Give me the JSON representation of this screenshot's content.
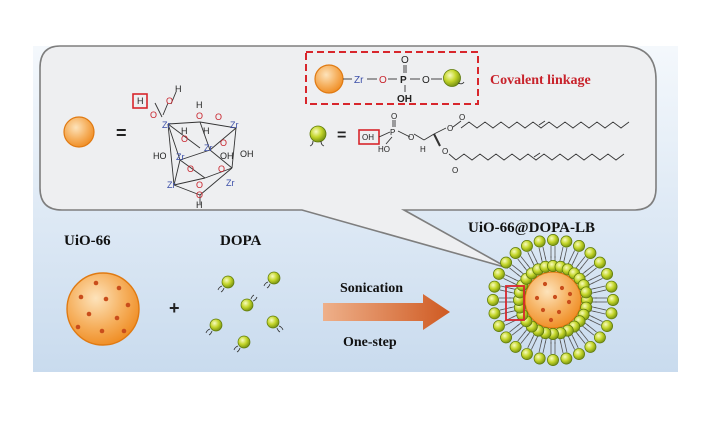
{
  "colors": {
    "panel_top": "#f4f8fc",
    "panel_bottom": "#c9dbee",
    "callout_fill": "#eeeff1",
    "callout_stroke": "#7e7e7e",
    "mof_orange": "#f3962a",
    "mof_light": "#fbd6a0",
    "mof_dot": "#c94d1b",
    "lipid_green": "#c4d62a",
    "lipid_dark": "#6f8a10",
    "arrow": "#d4622b",
    "highlight_red": "#d8262c",
    "zr_blue": "#3b4ea8",
    "covalent_text": "#c8232c"
  },
  "labels": {
    "uio66": "UiO-66",
    "dopa": "DOPA",
    "product": "UiO-66@DOPA-LB",
    "sonication": "Sonication",
    "one_step": "One-step",
    "covalent": "Covalent linkage",
    "equals_1": "=",
    "equals_2": "=",
    "plus": "+"
  },
  "cluster": {
    "h_top": "H",
    "o_top": "O",
    "h_boxed": "H",
    "o_left": "O",
    "zr": "Zr",
    "o": "O",
    "h": "H",
    "ho": "HO",
    "oh": "OH"
  },
  "linkage": {
    "zr": "Zr",
    "dash": "–",
    "o_left": "O",
    "p": "P",
    "o_right": "O",
    "o_top": "O",
    "oh_bottom": "OH"
  },
  "dopa_structure": {
    "oh_boxed": "OH",
    "p": "P",
    "o_top": "O",
    "ho": "HO",
    "h": "H",
    "o": "O"
  }
}
